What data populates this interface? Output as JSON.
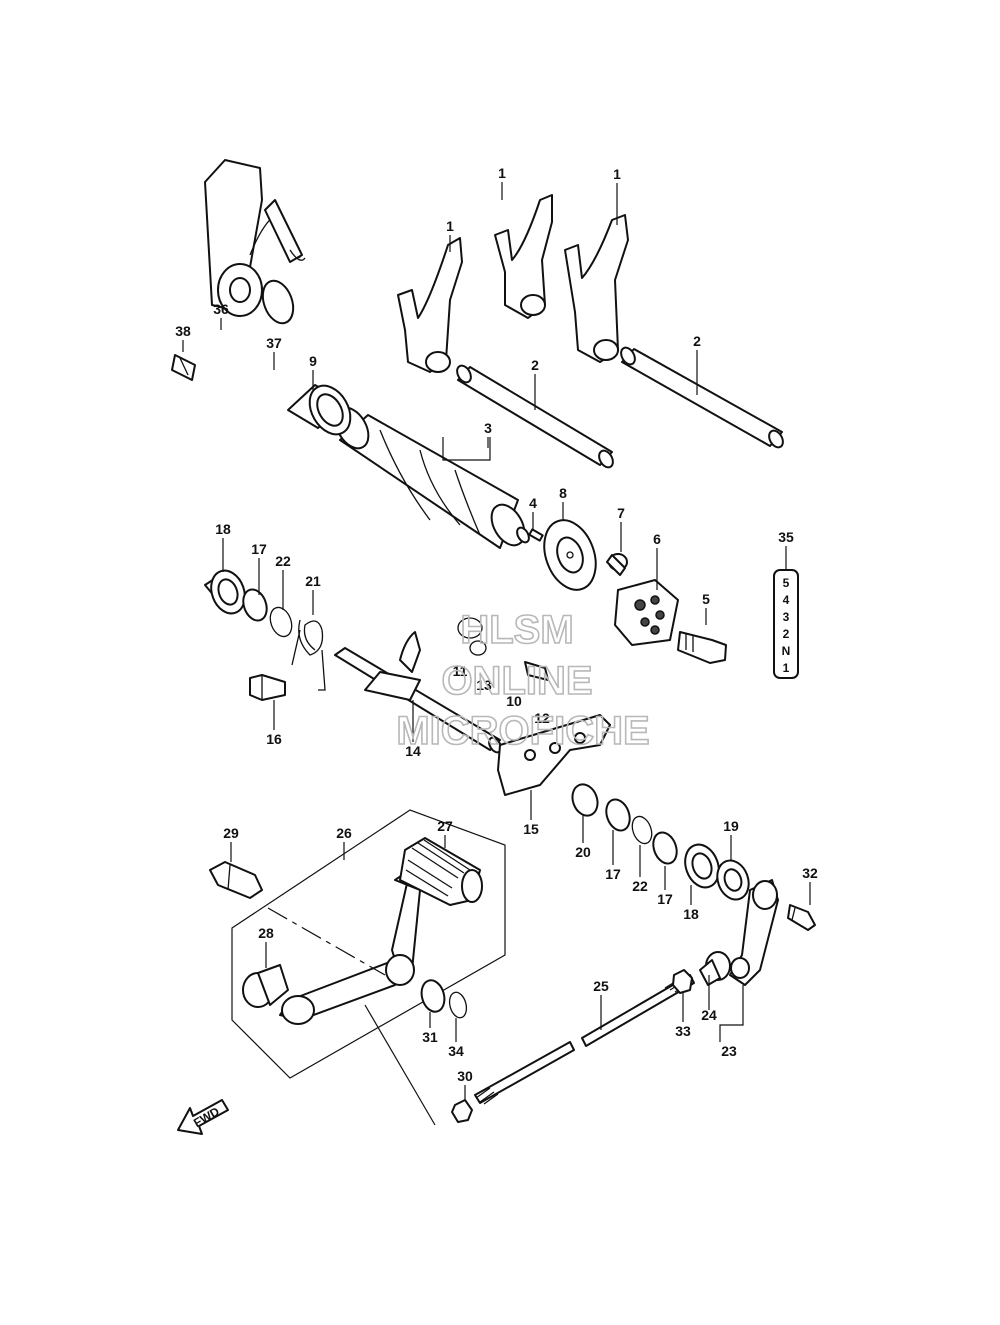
{
  "callouts": {
    "c1a": "1",
    "c1b": "1",
    "c1c": "1",
    "c2a": "2",
    "c2b": "2",
    "c3": "3",
    "c4": "4",
    "c5": "5",
    "c6": "6",
    "c7": "7",
    "c8": "8",
    "c9": "9",
    "c10": "10",
    "c11": "11",
    "c12": "12",
    "c13": "13",
    "c14": "14",
    "c15": "15",
    "c16": "16",
    "c17a": "17",
    "c17b": "17",
    "c17c": "17",
    "c18a": "18",
    "c18b": "18",
    "c19": "19",
    "c20": "20",
    "c21": "21",
    "c22a": "22",
    "c22b": "22",
    "c23": "23",
    "c24": "24",
    "c25": "25",
    "c26": "26",
    "c27": "27",
    "c28": "28",
    "c29": "29",
    "c30": "30",
    "c31": "31",
    "c32": "32",
    "c33": "33",
    "c34": "34",
    "c35": "35",
    "c36": "36",
    "c37": "37",
    "c38": "38"
  },
  "gear_positions": [
    "5",
    "4",
    "3",
    "2",
    "N",
    "1"
  ],
  "direction_label": "FWD",
  "watermark": {
    "line1": "HLSM",
    "line2": "ONLINE",
    "line3": "MICROFICHE"
  }
}
